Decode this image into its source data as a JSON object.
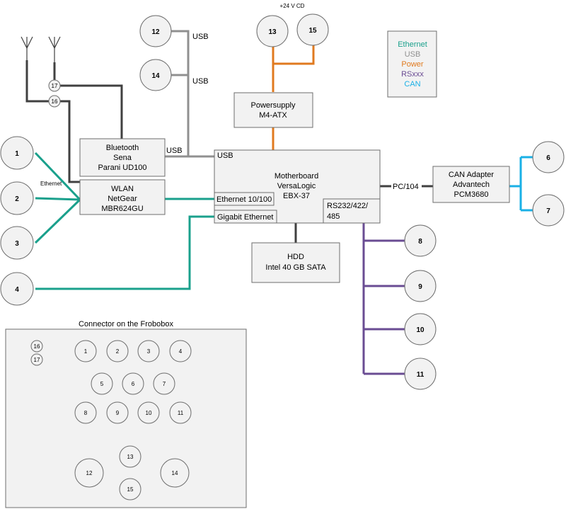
{
  "supply_label": "+24 V CD",
  "ethernet_small_label": "Ethernet",
  "usb_labels": [
    "USB",
    "USB",
    "USB",
    "USB"
  ],
  "pc104_label": "PC/104",
  "legend": {
    "items": [
      {
        "label": "Ethernet",
        "color": "#1aa08c"
      },
      {
        "label": "USB",
        "color": "#909090"
      },
      {
        "label": "Power",
        "color": "#e07a1f"
      },
      {
        "label": "RSxxx",
        "color": "#6a4c93"
      },
      {
        "label": "CAN",
        "color": "#1ab0e6"
      }
    ]
  },
  "boxes": {
    "powersupply": [
      "Powersupply",
      "M4-ATX"
    ],
    "bluetooth": [
      "Bluetooth",
      "Sena",
      "Parani UD100"
    ],
    "wlan": [
      "WLAN",
      "NetGear",
      "MBR624GU"
    ],
    "motherboard": [
      "Motherboard",
      "VersaLogic",
      "EBX-37"
    ],
    "eth100": "Ethernet 10/100",
    "gigabit": "Gigabit Ethernet",
    "rs232": [
      "RS232/422/",
      "485"
    ],
    "hdd": [
      "HDD",
      "Intel 40 GB SATA"
    ],
    "can_adapter": [
      "CAN Adapter",
      "Advantech",
      "PCM3680"
    ]
  },
  "nodes": {
    "n1": "1",
    "n2": "2",
    "n3": "3",
    "n4": "4",
    "n6": "6",
    "n7": "7",
    "n8": "8",
    "n9": "9",
    "n10": "10",
    "n11": "11",
    "n12": "12",
    "n13": "13",
    "n14": "14",
    "n15": "15",
    "n16": "16",
    "n17": "17"
  },
  "connector": {
    "title": "Connector on the Frobobox",
    "labels": [
      "16",
      "17",
      "1",
      "2",
      "3",
      "4",
      "5",
      "6",
      "7",
      "8",
      "9",
      "10",
      "11",
      "13",
      "12",
      "14",
      "15"
    ]
  }
}
